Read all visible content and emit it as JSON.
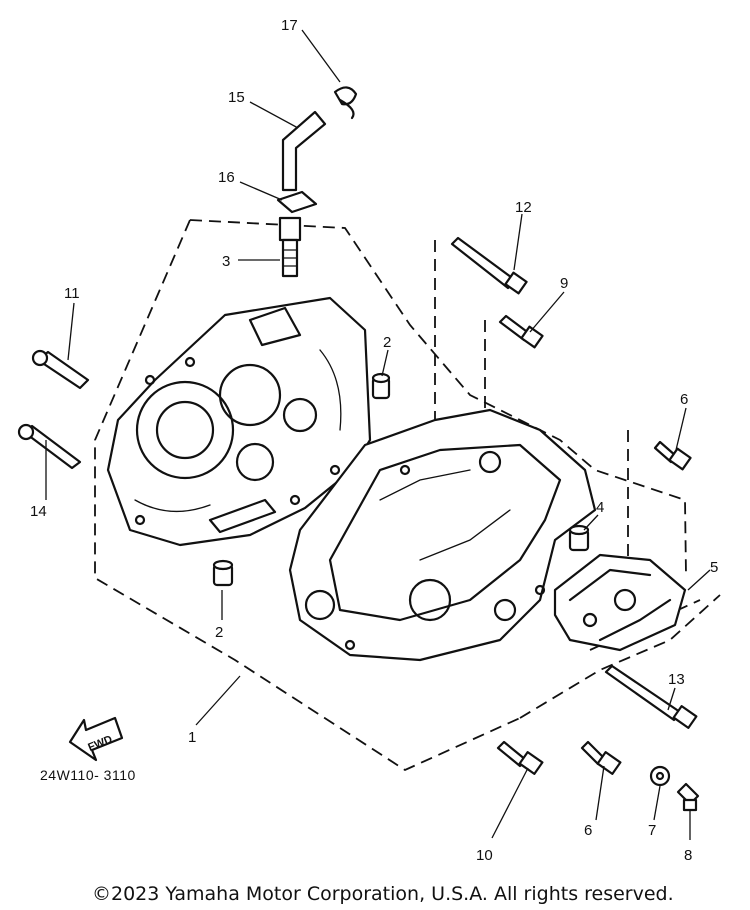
{
  "diagram": {
    "part_code": "24W110- 3110",
    "fwd_label": "FWD",
    "copyright": "©2023 Yamaha Motor Corporation, U.S.A. All rights reserved.",
    "callouts": {
      "c1": "1",
      "c2a": "2",
      "c2b": "2",
      "c3": "3",
      "c4": "4",
      "c5": "5",
      "c6a": "6",
      "c6b": "6",
      "c7": "7",
      "c8": "8",
      "c9": "9",
      "c10": "10",
      "c11": "11",
      "c12": "12",
      "c13": "13",
      "c14": "14",
      "c15": "15",
      "c16": "16",
      "c17": "17"
    }
  }
}
